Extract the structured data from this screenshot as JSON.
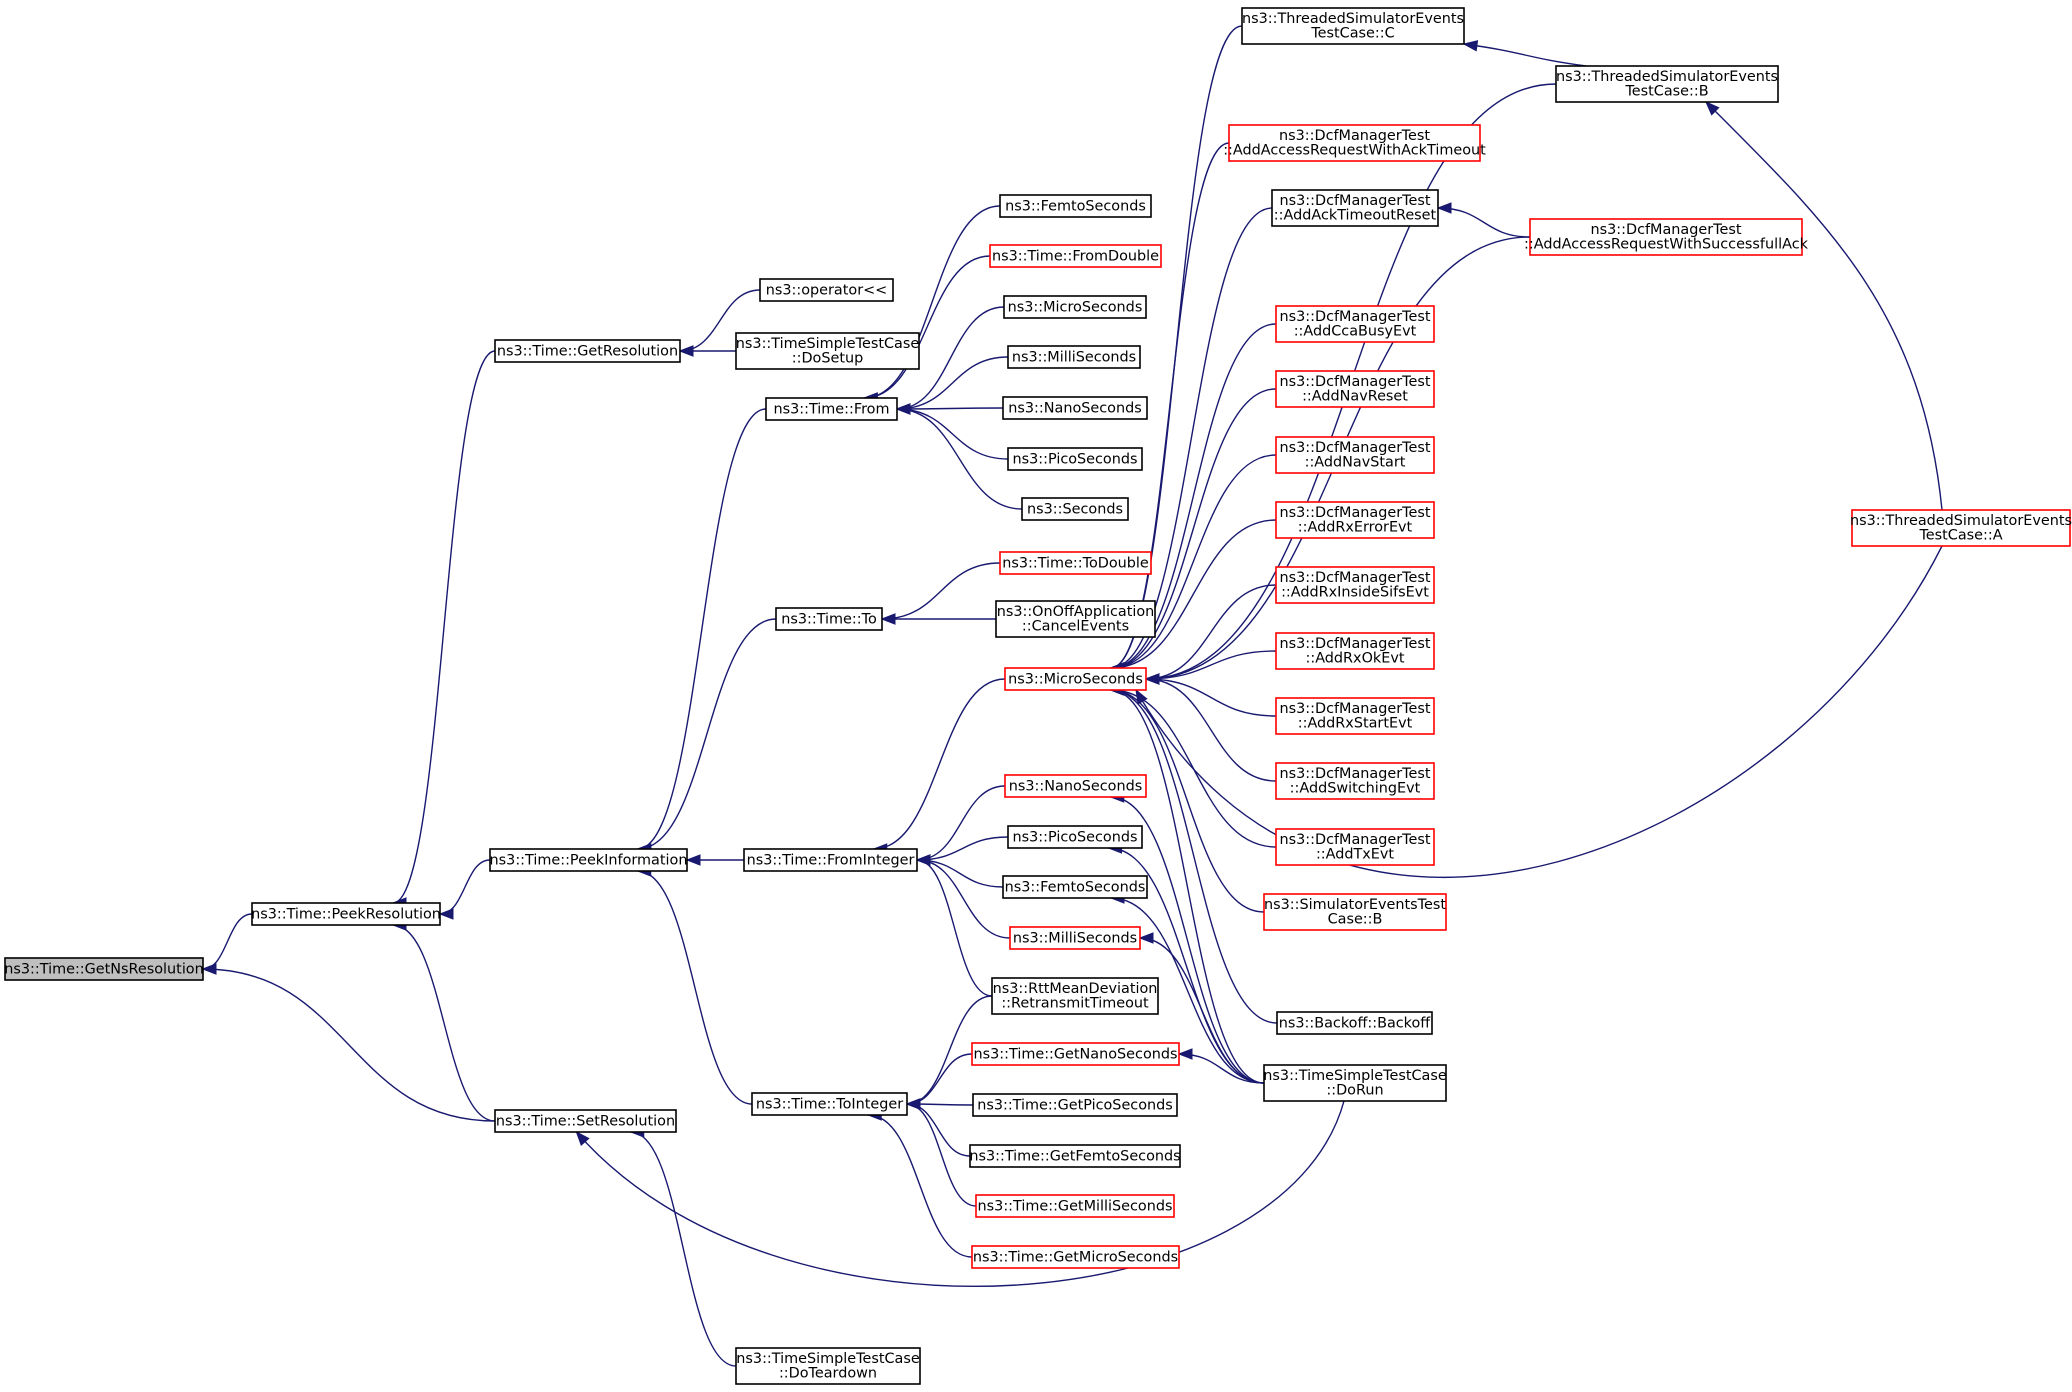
{
  "nodes": {
    "getns": {
      "lines": [
        "ns3::Time::GetNsResolution"
      ],
      "style": "root"
    },
    "peekres": {
      "lines": [
        "ns3::Time::PeekResolution"
      ],
      "style": "black"
    },
    "getres": {
      "lines": [
        "ns3::Time::GetResolution"
      ],
      "style": "black"
    },
    "peekinfo": {
      "lines": [
        "ns3::Time::PeekInformation"
      ],
      "style": "black"
    },
    "setres": {
      "lines": [
        "ns3::Time::SetResolution"
      ],
      "style": "black"
    },
    "oplt": {
      "lines": [
        "ns3::operator<<"
      ],
      "style": "black"
    },
    "dosetup": {
      "lines": [
        "ns3::TimeSimpleTestCase",
        "::DoSetup"
      ],
      "style": "black"
    },
    "from": {
      "lines": [
        "ns3::Time::From"
      ],
      "style": "black"
    },
    "to": {
      "lines": [
        "ns3::Time::To"
      ],
      "style": "black"
    },
    "fromint": {
      "lines": [
        "ns3::Time::FromInteger"
      ],
      "style": "black"
    },
    "toint": {
      "lines": [
        "ns3::Time::ToInteger"
      ],
      "style": "black"
    },
    "doteardown": {
      "lines": [
        "ns3::TimeSimpleTestCase",
        "::DoTeardown"
      ],
      "style": "black"
    },
    "femto1": {
      "lines": [
        "ns3::FemtoSeconds"
      ],
      "style": "black"
    },
    "fromdouble": {
      "lines": [
        "ns3::Time::FromDouble"
      ],
      "style": "red"
    },
    "micro1": {
      "lines": [
        "ns3::MicroSeconds"
      ],
      "style": "black"
    },
    "milli1": {
      "lines": [
        "ns3::MilliSeconds"
      ],
      "style": "black"
    },
    "nano1": {
      "lines": [
        "ns3::NanoSeconds"
      ],
      "style": "black"
    },
    "pico1": {
      "lines": [
        "ns3::PicoSeconds"
      ],
      "style": "black"
    },
    "seconds": {
      "lines": [
        "ns3::Seconds"
      ],
      "style": "black"
    },
    "todouble": {
      "lines": [
        "ns3::Time::ToDouble"
      ],
      "style": "red"
    },
    "cancelev": {
      "lines": [
        "ns3::OnOffApplication",
        "::CancelEvents"
      ],
      "style": "black"
    },
    "micro2": {
      "lines": [
        "ns3::MicroSeconds"
      ],
      "style": "red"
    },
    "nano2": {
      "lines": [
        "ns3::NanoSeconds"
      ],
      "style": "red"
    },
    "pico2": {
      "lines": [
        "ns3::PicoSeconds"
      ],
      "style": "black"
    },
    "femto2": {
      "lines": [
        "ns3::FemtoSeconds"
      ],
      "style": "black"
    },
    "milli2": {
      "lines": [
        "ns3::MilliSeconds"
      ],
      "style": "red"
    },
    "rtt": {
      "lines": [
        "ns3::RttMeanDeviation",
        "::RetransmitTimeout"
      ],
      "style": "black"
    },
    "getnano": {
      "lines": [
        "ns3::Time::GetNanoSeconds"
      ],
      "style": "red"
    },
    "getpico": {
      "lines": [
        "ns3::Time::GetPicoSeconds"
      ],
      "style": "black"
    },
    "getfemto": {
      "lines": [
        "ns3::Time::GetFemtoSeconds"
      ],
      "style": "black"
    },
    "getmilli": {
      "lines": [
        "ns3::Time::GetMilliSeconds"
      ],
      "style": "red"
    },
    "getmicro": {
      "lines": [
        "ns3::Time::GetMicroSeconds"
      ],
      "style": "red"
    },
    "tsC": {
      "lines": [
        "ns3::ThreadedSimulatorEvents",
        "TestCase::C"
      ],
      "style": "black"
    },
    "tsB": {
      "lines": [
        "ns3::ThreadedSimulatorEvents",
        "TestCase::B"
      ],
      "style": "black"
    },
    "tsA": {
      "lines": [
        "ns3::ThreadedSimulatorEvents",
        "TestCase::A"
      ],
      "style": "red"
    },
    "ackto": {
      "lines": [
        "ns3::DcfManagerTest",
        "::AddAccessRequestWithAckTimeout"
      ],
      "style": "red"
    },
    "ackreset": {
      "lines": [
        "ns3::DcfManagerTest",
        "::AddAckTimeoutReset"
      ],
      "style": "black"
    },
    "succack": {
      "lines": [
        "ns3::DcfManagerTest",
        "::AddAccessRequestWithSuccessfullAck"
      ],
      "style": "red"
    },
    "ccabusy": {
      "lines": [
        "ns3::DcfManagerTest",
        "::AddCcaBusyEvt"
      ],
      "style": "red"
    },
    "navreset": {
      "lines": [
        "ns3::DcfManagerTest",
        "::AddNavReset"
      ],
      "style": "red"
    },
    "navstart": {
      "lines": [
        "ns3::DcfManagerTest",
        "::AddNavStart"
      ],
      "style": "red"
    },
    "rxerr": {
      "lines": [
        "ns3::DcfManagerTest",
        "::AddRxErrorEvt"
      ],
      "style": "red"
    },
    "rxsifs": {
      "lines": [
        "ns3::DcfManagerTest",
        "::AddRxInsideSifsEvt"
      ],
      "style": "red"
    },
    "rxok": {
      "lines": [
        "ns3::DcfManagerTest",
        "::AddRxOkEvt"
      ],
      "style": "red"
    },
    "rxstart": {
      "lines": [
        "ns3::DcfManagerTest",
        "::AddRxStartEvt"
      ],
      "style": "red"
    },
    "switching": {
      "lines": [
        "ns3::DcfManagerTest",
        "::AddSwitchingEvt"
      ],
      "style": "red"
    },
    "txevt": {
      "lines": [
        "ns3::DcfManagerTest",
        "::AddTxEvt"
      ],
      "style": "red"
    },
    "simB": {
      "lines": [
        "ns3::SimulatorEventsTest",
        "Case::B"
      ],
      "style": "red"
    },
    "backoff": {
      "lines": [
        "ns3::Backoff::Backoff"
      ],
      "style": "black"
    },
    "dorun": {
      "lines": [
        "ns3::TimeSimpleTestCase",
        "::DoRun"
      ],
      "style": "black"
    }
  },
  "edges": [
    [
      "getns",
      "peekres"
    ],
    [
      "getns",
      "setres"
    ],
    [
      "peekres",
      "getres"
    ],
    [
      "peekres",
      "peekinfo"
    ],
    [
      "peekres",
      "setres"
    ],
    [
      "getres",
      "oplt"
    ],
    [
      "getres",
      "dosetup"
    ],
    [
      "peekinfo",
      "from"
    ],
    [
      "peekinfo",
      "to"
    ],
    [
      "peekinfo",
      "fromint"
    ],
    [
      "peekinfo",
      "toint"
    ],
    [
      "setres",
      "doteardown"
    ],
    [
      "setres",
      "dorun"
    ],
    [
      "from",
      "femto1"
    ],
    [
      "from",
      "fromdouble"
    ],
    [
      "from",
      "micro1"
    ],
    [
      "from",
      "milli1"
    ],
    [
      "from",
      "nano1"
    ],
    [
      "from",
      "pico1"
    ],
    [
      "from",
      "seconds"
    ],
    [
      "to",
      "todouble"
    ],
    [
      "to",
      "cancelev"
    ],
    [
      "fromint",
      "micro2"
    ],
    [
      "fromint",
      "nano2"
    ],
    [
      "fromint",
      "pico2"
    ],
    [
      "fromint",
      "femto2"
    ],
    [
      "fromint",
      "milli2"
    ],
    [
      "fromint",
      "rtt"
    ],
    [
      "toint",
      "rtt"
    ],
    [
      "toint",
      "getnano"
    ],
    [
      "toint",
      "getpico"
    ],
    [
      "toint",
      "getfemto"
    ],
    [
      "toint",
      "getmilli"
    ],
    [
      "toint",
      "getmicro"
    ],
    [
      "micro2",
      "tsC"
    ],
    [
      "micro2",
      "tsB"
    ],
    [
      "micro2",
      "ackto"
    ],
    [
      "micro2",
      "ackreset"
    ],
    [
      "micro2",
      "succack"
    ],
    [
      "micro2",
      "ccabusy"
    ],
    [
      "micro2",
      "navreset"
    ],
    [
      "micro2",
      "navstart"
    ],
    [
      "micro2",
      "rxerr"
    ],
    [
      "micro2",
      "rxsifs"
    ],
    [
      "micro2",
      "rxok"
    ],
    [
      "micro2",
      "rxstart"
    ],
    [
      "micro2",
      "switching"
    ],
    [
      "micro2",
      "txevt"
    ],
    [
      "micro2",
      "simB"
    ],
    [
      "micro2",
      "backoff"
    ],
    [
      "micro2",
      "dorun"
    ],
    [
      "micro2",
      "tsA"
    ],
    [
      "nano2",
      "dorun"
    ],
    [
      "pico2",
      "dorun"
    ],
    [
      "femto2",
      "dorun"
    ],
    [
      "milli2",
      "dorun"
    ],
    [
      "getnano",
      "dorun"
    ],
    [
      "tsC",
      "tsB"
    ],
    [
      "tsB",
      "tsA"
    ],
    [
      "ackreset",
      "succack"
    ]
  ]
}
